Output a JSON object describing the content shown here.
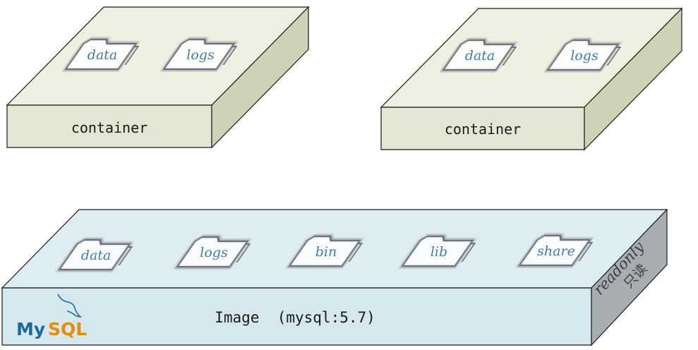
{
  "colors": {
    "container_top": "#eef0e2",
    "container_front": "#e4e6d3",
    "container_side": "#cfd2b6",
    "image_top": "#deedf2",
    "image_front": "#d5e8ef",
    "image_side": "#a7adb1",
    "folder_stroke": "#6f737c",
    "folder_text": "#3d7ea8",
    "mysql_blue": "#1a6aa0",
    "mysql_orange": "#e48e00"
  },
  "containers": [
    {
      "label": "container",
      "folders": [
        "data",
        "logs"
      ]
    },
    {
      "label": "container",
      "folders": [
        "data",
        "logs"
      ]
    }
  ],
  "image": {
    "label": "Image  (mysql:5.7)",
    "folders": [
      "data",
      "logs",
      "bin",
      "lib",
      "share"
    ],
    "side_label": "readonly",
    "side_label_cn": "只读",
    "logo": {
      "text_my": "My",
      "text_sql": "SQL",
      "icon": "dolphin-icon"
    }
  }
}
